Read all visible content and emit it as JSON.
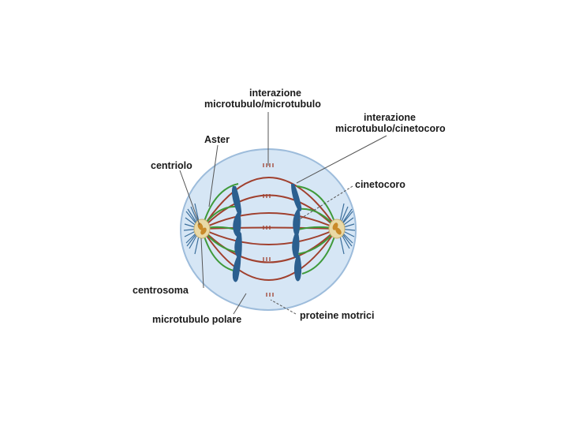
{
  "labels": {
    "mt_interaction_1": "interazione",
    "mt_interaction_2": "microtubulo/microtubulo",
    "kt_interaction_1": "interazione",
    "kt_interaction_2": "microtubulo/cinetocoro",
    "aster": "Aster",
    "centriole": "centriolo",
    "kinetochore": "cinetocoro",
    "centrosome": "centrosoma",
    "polar_microtubule": "microtubulo polare",
    "motor_proteins": "proteine motrici"
  },
  "colors": {
    "cell_fill": "#d6e6f5",
    "cell_stroke": "#9dbcdb",
    "polar_microtubule": "#a0402e",
    "kinetochore_microtubule": "#3f9a3a",
    "chromosome": "#2b5f8f",
    "centrosome": "#e9d9a6",
    "centriole": "#c98a2a",
    "aster_rays": "#3c6f9c",
    "leader_line": "#555555"
  }
}
